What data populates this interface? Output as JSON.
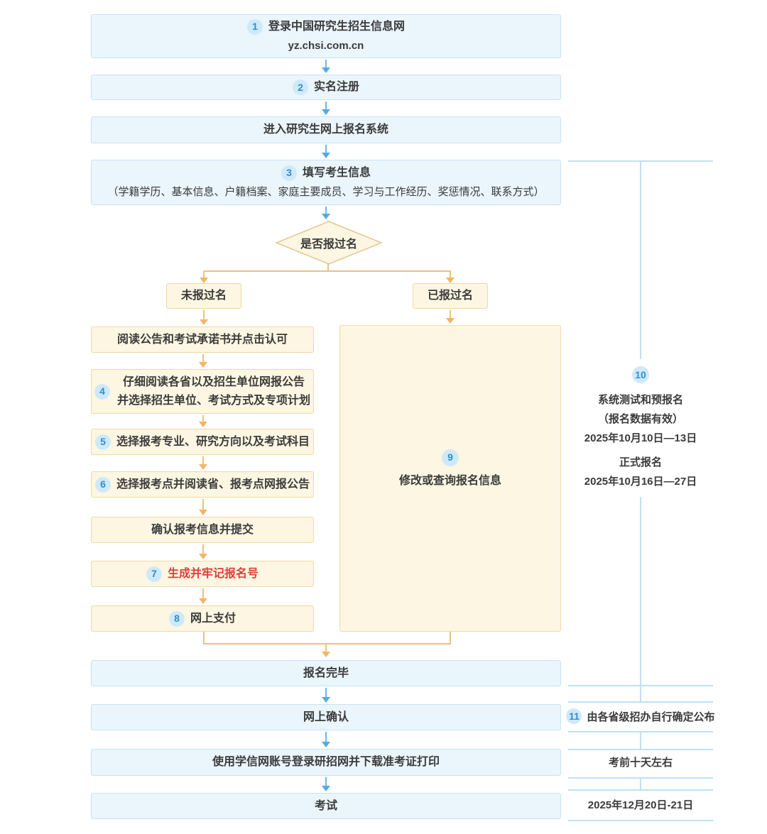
{
  "colors": {
    "blue_box_fill": "#eaf5fc",
    "blue_box_border": "#c8e4f4",
    "blue_arrow": "#57a9e2",
    "cream_box_fill": "#fdf6e2",
    "cream_box_border": "#f0d9a6",
    "orange_arrow": "#f4b469",
    "orange_connector": "#e6c18a",
    "badge_fill": "#cfe9f9",
    "badge_text": "#2e8fd0",
    "body_text": "#3b3b3b",
    "red_text": "#e23c3c",
    "timeline_line": "#bfe0f2"
  },
  "flow": {
    "login": {
      "badge": "1",
      "title": "登录中国研究生招生信息网",
      "url": "yz.chsi.com.cn"
    },
    "register": {
      "badge": "2",
      "label": "实名注册"
    },
    "enter_system": {
      "label": "进入研究生网上报名系统"
    },
    "fill_info": {
      "badge": "3",
      "title": "填写考生信息",
      "detail": "（学籍学历、基本信息、户籍档案、家庭主要成员、学习与工作经历、奖惩情况、联系方式）"
    },
    "decision": {
      "label": "是否报过名"
    },
    "branch_no": {
      "label": "未报过名"
    },
    "branch_yes": {
      "label": "已报过名"
    },
    "read_notice": {
      "label": "阅读公告和考试承诺书并点击认可"
    },
    "read_select": {
      "badge": "4",
      "line1": "仔细阅读各省以及招生单位网报公告",
      "line2": "并选择招生单位、考试方式及专项计划"
    },
    "choose_major": {
      "badge": "5",
      "label": "选择报考专业、研究方向以及考试科目"
    },
    "choose_site": {
      "badge": "6",
      "label": "选择报考点并阅读省、报考点网报公告"
    },
    "confirm_submit": {
      "label": "确认报考信息并提交"
    },
    "keep_number": {
      "badge": "7",
      "label": "生成并牢记报名号"
    },
    "pay_online": {
      "badge": "8",
      "label": "网上支付"
    },
    "modify_query": {
      "badge": "9",
      "label": "修改或查询报名信息"
    },
    "finished": {
      "label": "报名完毕"
    },
    "online_confirm": {
      "label": "网上确认"
    },
    "download_ticket": {
      "label": "使用学信网账号登录研招网并下载准考证打印"
    },
    "exam": {
      "label": "考试"
    }
  },
  "timeline": {
    "registration_period": {
      "badge": "10",
      "phase1_title": "系统测试和预报名",
      "phase1_note": "（报名数据有效）",
      "phase1_dates": "2025年10月10日—13日",
      "phase2_title": "正式报名",
      "phase2_dates": "2025年10月16日—27日"
    },
    "confirm_note": {
      "badge": "11",
      "label": "由各省级招办自行确定公布"
    },
    "ticket_note": {
      "label": "考前十天左右"
    },
    "exam_dates": {
      "label": "2025年12月20日-21日"
    }
  }
}
